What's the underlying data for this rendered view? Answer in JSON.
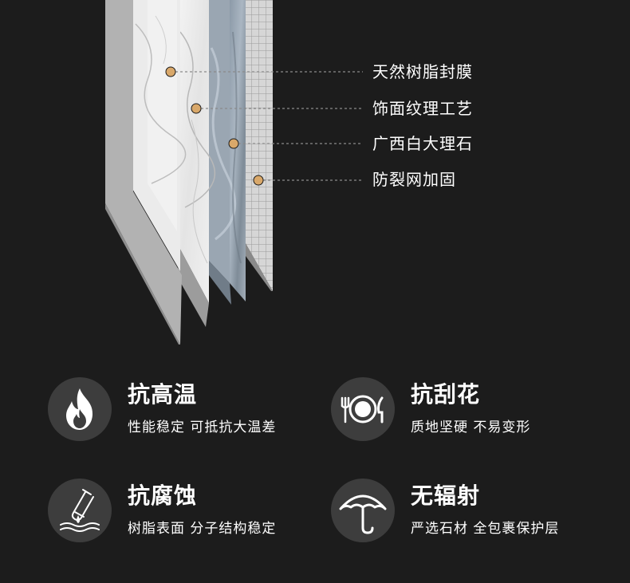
{
  "layers": [
    {
      "label": "天然树脂封膜"
    },
    {
      "label": "饰面纹理工艺"
    },
    {
      "label": "广西白大理石"
    },
    {
      "label": "防裂网加固"
    }
  ],
  "features": [
    {
      "title": "抗高温",
      "desc": "性能稳定 可抵抗大温差",
      "icon": "flame-icon"
    },
    {
      "title": "抗刮花",
      "desc": "质地坚硬 不易变形",
      "icon": "plate-fork-knife-icon"
    },
    {
      "title": "抗腐蚀",
      "desc": "树脂表面 分子结构稳定",
      "icon": "test-tube-drop-icon"
    },
    {
      "title": "无辐射",
      "desc": "严选石材 全包裹保护层",
      "icon": "umbrella-icon"
    }
  ],
  "colors": {
    "background": "#1c1c1c",
    "marker": "#d9a86a",
    "icon_circle": "#3d3d3d",
    "text": "#ffffff"
  }
}
